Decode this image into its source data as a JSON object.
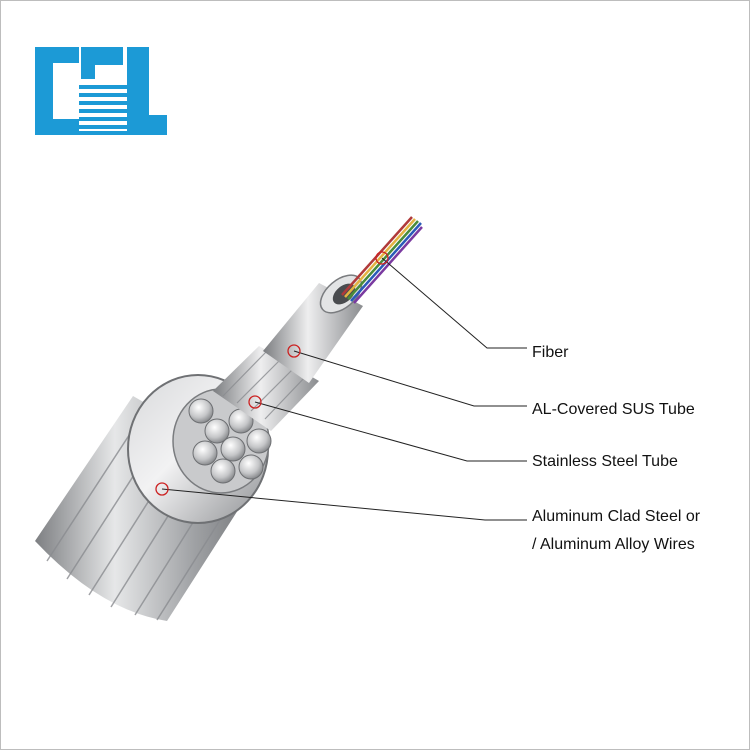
{
  "logo": {
    "name": "company-logo",
    "color": "#1C9AD6"
  },
  "callouts": {
    "fiber": "Fiber",
    "al_covered_sus_tube": "AL-Covered SUS Tube",
    "stainless_steel_tube": "Stainless Steel Tube",
    "wires_line1": "Aluminum Clad Steel or",
    "wires_line2": "/ Aluminum Alloy Wires"
  },
  "colors": {
    "leader_line": "#222222",
    "marker": "#cc2222",
    "metal": "#a7a9ac"
  }
}
